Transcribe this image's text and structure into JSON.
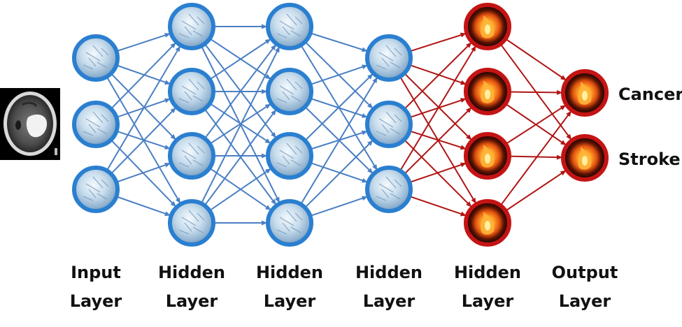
{
  "diagram": {
    "layers": [
      {
        "label_line1": "Input",
        "label_line2": "Layer",
        "nodes": 3,
        "style": "ice"
      },
      {
        "label_line1": "Hidden",
        "label_line2": "Layer",
        "nodes": 4,
        "style": "ice"
      },
      {
        "label_line1": "Hidden",
        "label_line2": "Layer",
        "nodes": 4,
        "style": "ice"
      },
      {
        "label_line1": "Hidden",
        "label_line2": "Layer",
        "nodes": 3,
        "style": "ice"
      },
      {
        "label_line1": "Hidden",
        "label_line2": "Layer",
        "nodes": 4,
        "style": "fire"
      },
      {
        "label_line1": "Output",
        "label_line2": "Layer",
        "nodes": 2,
        "style": "fire"
      }
    ],
    "outputs": [
      "Cancer",
      "Stroke"
    ],
    "colors": {
      "blue_edge": "#4a7fc4",
      "blue_ring": "#2a7fd0",
      "red_edge": "#b01515",
      "red_ring": "#c41414",
      "fire_core": "#f57c1a",
      "ice_fill": "#cfe0ee"
    },
    "input_image": "brain-ct-scan"
  }
}
